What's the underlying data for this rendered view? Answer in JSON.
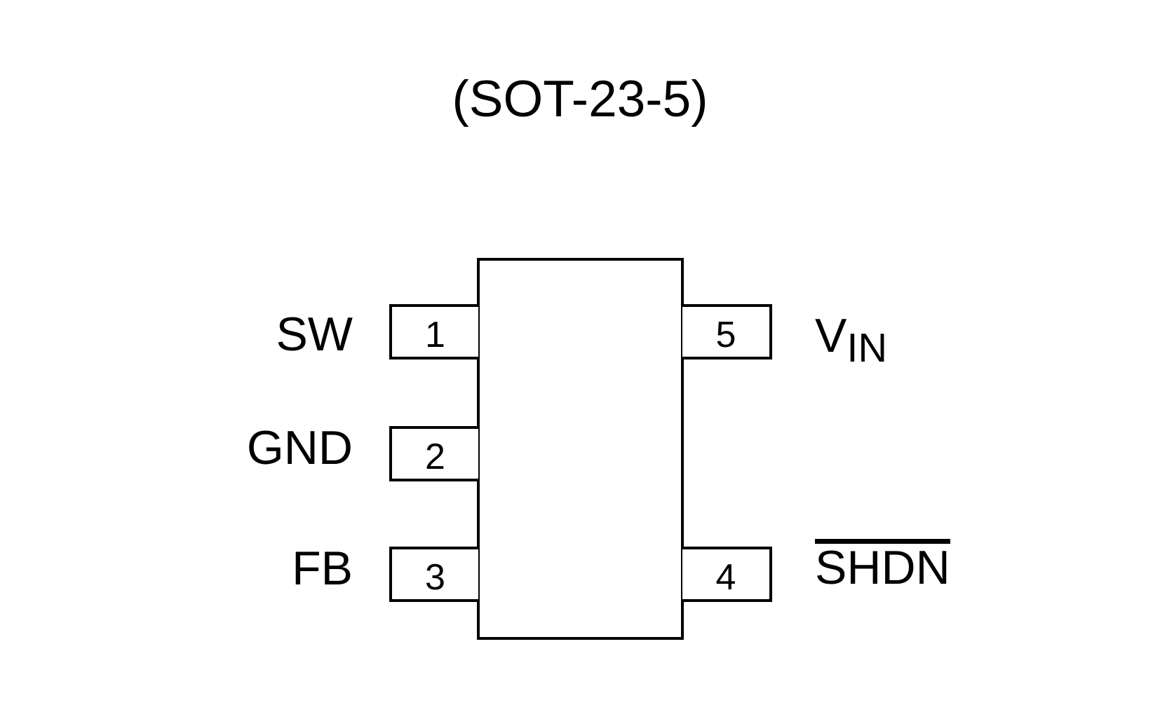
{
  "diagram": {
    "title": "(SOT-23-5)",
    "kind": "ic-package-pinout",
    "pin_count": 5
  },
  "pins": [
    {
      "number": "1",
      "name": "SW",
      "side": "left",
      "overline": false
    },
    {
      "number": "2",
      "name": "GND",
      "side": "left",
      "overline": false
    },
    {
      "number": "3",
      "name": "FB",
      "side": "left",
      "overline": false
    },
    {
      "number": "4",
      "name": "SHDN",
      "side": "right",
      "overline": true
    },
    {
      "number": "5",
      "name": "VIN",
      "side": "right",
      "overline": false,
      "label_main": "V",
      "label_sub": "IN"
    }
  ],
  "colors": {
    "line": "#000000",
    "text": "#000000",
    "background": "#ffffff"
  }
}
